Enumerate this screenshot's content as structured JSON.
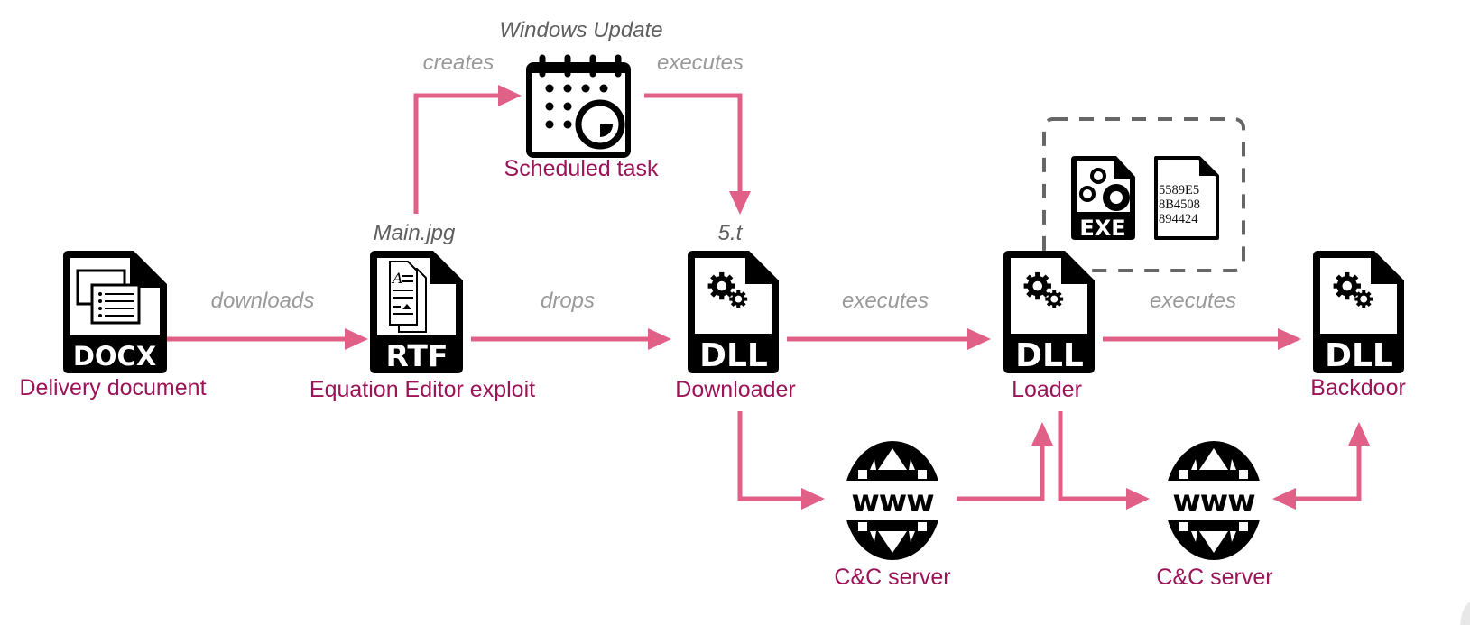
{
  "title": "Infection chain diagram",
  "colors": {
    "arrow": "#e06088",
    "node_label": "#9c1458",
    "edge_label": "#9a9a9a",
    "file_label": "#5f5f5f",
    "icon": "#000000",
    "group_border": "#666666"
  },
  "nodes": {
    "delivery": {
      "label": "Delivery document",
      "icon": "docx-file-icon",
      "badge": "DOCX"
    },
    "rtf": {
      "label": "Equation Editor exploit",
      "icon": "rtf-file-icon",
      "badge": "RTF",
      "filename": "Main.jpg"
    },
    "task": {
      "label": "Scheduled task",
      "icon": "calendar-clock-icon",
      "filename": "Windows Update"
    },
    "downloader": {
      "label": "Downloader",
      "icon": "dll-file-icon",
      "badge": "DLL",
      "filename": "5.t"
    },
    "loader": {
      "label": "Loader",
      "icon": "dll-file-icon",
      "badge": "DLL"
    },
    "backdoor": {
      "label": "Backdoor",
      "icon": "dll-file-icon",
      "badge": "DLL"
    },
    "cc1": {
      "label": "C&C server",
      "icon": "www-globe-icon"
    },
    "cc2": {
      "label": "C&C server",
      "icon": "www-globe-icon"
    }
  },
  "embedded": {
    "exe_badge": "EXE",
    "hex_lines": [
      "5589E5",
      "8B4508",
      "894424"
    ]
  },
  "edges": {
    "downloads": "downloads",
    "drops": "drops",
    "creates": "creates",
    "task_executes": "executes",
    "dl_executes": "executes",
    "loader_executes": "executes"
  }
}
